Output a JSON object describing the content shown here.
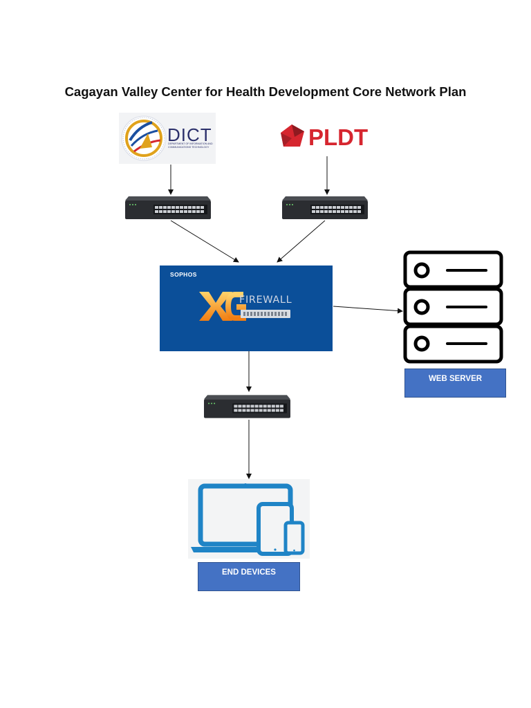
{
  "title": "Cagayan Valley Center for Health Development Core Network Plan",
  "isps": [
    {
      "name": "DICT",
      "subtitle": "DEPARTMENT OF INFORMATION AND COMMUNICATIONS TECHNOLOGY"
    },
    {
      "name": "PLDT"
    }
  ],
  "firewall": {
    "vendor": "SOPHOS",
    "product_text": "FIREWALL"
  },
  "nodes": {
    "web_server_label": "WEB SERVER",
    "end_devices_label": "END DEVICES"
  },
  "icons": [
    "dict-logo",
    "pldt-logo",
    "network-switch-icon",
    "sophos-xg-logo",
    "server-icon",
    "laptop-icon",
    "tablet-icon",
    "phone-icon"
  ],
  "colors": {
    "firewall_panel": "#0b4f99",
    "label_box": "#4472c4",
    "pldt_red": "#d6262f",
    "device_blue": "#1f84c6"
  }
}
